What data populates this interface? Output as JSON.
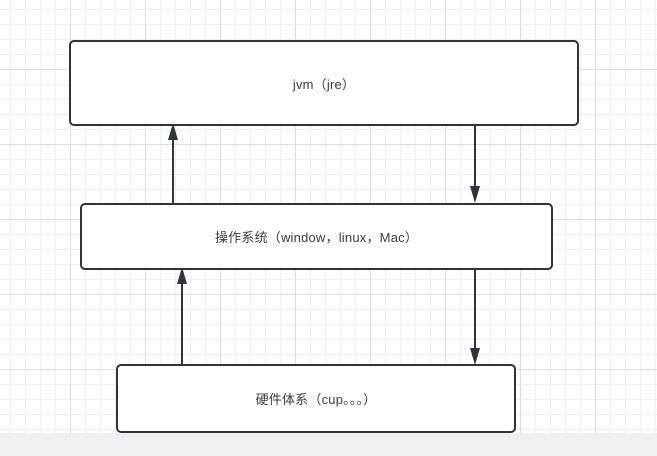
{
  "diagram": {
    "title": "jvm · operating system · hardware stack",
    "background": {
      "grid_color": "#ededed",
      "major_grid_color": "#dedede",
      "page_color": "#f0f0f0",
      "canvas_color": "#ffffff"
    },
    "style": {
      "node_border_color": "#32323a",
      "node_fill_color": "#ffffff",
      "text_color": "#3b3b40",
      "arrow_color": "#32323a"
    },
    "nodes": [
      {
        "id": "jvm",
        "label": "jvm（jre）",
        "layer": "top"
      },
      {
        "id": "os",
        "label": "操作系统（window，linux，Mac）",
        "layer": "middle"
      },
      {
        "id": "hardware",
        "label": "硬件体系（cup。。。）",
        "layer": "bottom"
      }
    ],
    "edges": [
      {
        "id": "os-to-jvm",
        "from": "os",
        "to": "jvm",
        "direction": "up",
        "side": "left"
      },
      {
        "id": "jvm-to-os",
        "from": "jvm",
        "to": "os",
        "direction": "down",
        "side": "right"
      },
      {
        "id": "hardware-to-os",
        "from": "hardware",
        "to": "os",
        "direction": "up",
        "side": "left"
      },
      {
        "id": "os-to-hardware",
        "from": "os",
        "to": "hardware",
        "direction": "down",
        "side": "right"
      }
    ]
  }
}
